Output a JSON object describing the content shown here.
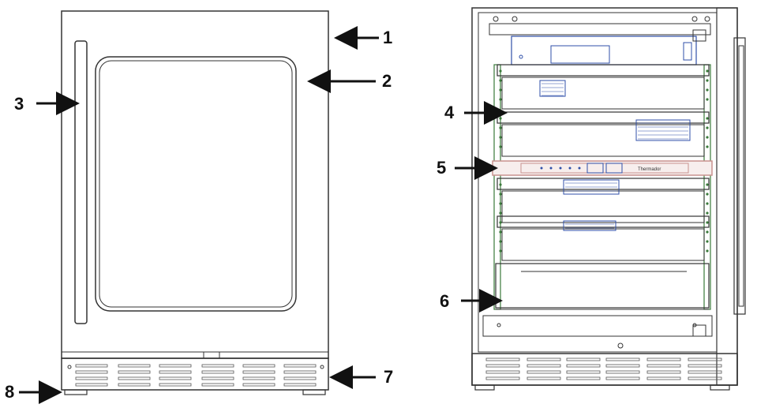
{
  "diagram": {
    "callouts": [
      {
        "id": "1",
        "label": "1"
      },
      {
        "id": "2",
        "label": "2"
      },
      {
        "id": "3",
        "label": "3"
      },
      {
        "id": "4",
        "label": "4"
      },
      {
        "id": "5",
        "label": "5"
      },
      {
        "id": "6",
        "label": "6"
      },
      {
        "id": "7",
        "label": "7"
      },
      {
        "id": "8",
        "label": "8"
      }
    ],
    "control_panel_brand": "Thermador"
  },
  "colors": {
    "outline": "#333333",
    "shelf_rail": "#3a7a3a",
    "vent": "#2f4fa8",
    "control_panel": "#c9928f"
  }
}
